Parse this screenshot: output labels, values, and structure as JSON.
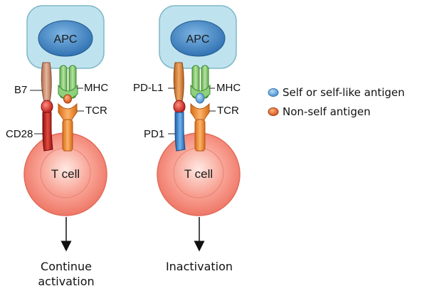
{
  "panels": {
    "left": {
      "apc_label": "APC",
      "tcell_label": "T cell",
      "ligand_label": "B7",
      "mhc_label": "MHC",
      "receptor_label": "CD28",
      "tcr_label": "TCR",
      "outcome_line1": "Continue",
      "outcome_line2": "activation"
    },
    "right": {
      "apc_label": "APC",
      "tcell_label": "T cell",
      "ligand_label": "PD-L1",
      "mhc_label": "MHC",
      "receptor_label": "PD1",
      "tcr_label": "TCR",
      "outcome_line1": "Inactivation"
    }
  },
  "legend": {
    "items": [
      {
        "label": "Self or self-like antigen",
        "color": "#5a9fd4"
      },
      {
        "label": "Non-self antigen",
        "color": "#e0602a"
      }
    ]
  },
  "colors": {
    "apc_fill": "#bfe3ee",
    "apc_inner": "#3a82c0",
    "tcell_fill": "#f79a8c",
    "mhc": "#7cc06a",
    "tcr": "#f08a2c",
    "cd28": "#b71c1c",
    "pd1": "#2f7fd0",
    "b7": "#c8876a",
    "pdl1": "#d9853f"
  }
}
